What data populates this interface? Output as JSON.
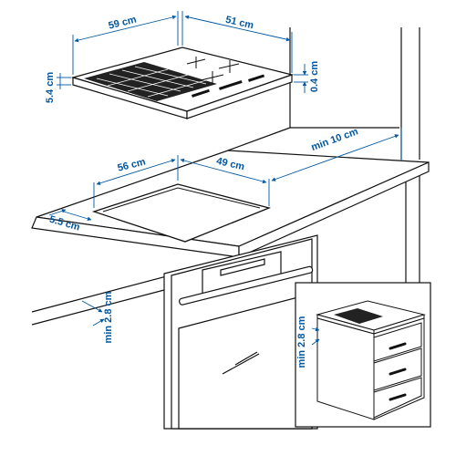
{
  "colors": {
    "dimension": "#0058a3",
    "line": "#111111",
    "fill_dark": "#222222",
    "fill_light": "#ffffff"
  },
  "dimensions": {
    "hob_width": "59 cm",
    "hob_depth": "51 cm",
    "hob_height": "5.4 cm",
    "glass_thickness": "0.4 cm",
    "cutout_width": "56 cm",
    "cutout_depth": "49 cm",
    "wall_clearance": "min 10 cm",
    "front_edge_distance": "5.5 cm",
    "oven_gap": "min 2.8 cm",
    "cabinet_gap": "min 2.8 cm"
  }
}
